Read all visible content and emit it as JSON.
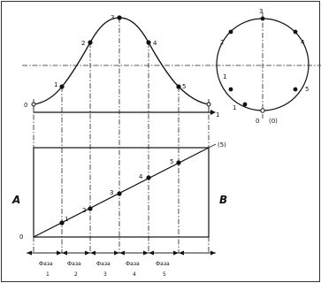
{
  "curve": {
    "points": [
      "0",
      "1",
      "2",
      "3",
      "4",
      "5",
      "1"
    ]
  },
  "circle": {
    "points": [
      "0",
      "1",
      "2",
      "3",
      "4",
      "5",
      "1"
    ],
    "center_label": "(0)"
  },
  "graph": {
    "left_label": "A",
    "right_label": "B",
    "origin_label": "0",
    "end_label": "(5)",
    "points": [
      "1",
      "2",
      "3",
      "4",
      "5"
    ]
  },
  "phases": {
    "word": "Фаза",
    "numbers": [
      "1",
      "2",
      "3",
      "4",
      "5"
    ]
  }
}
